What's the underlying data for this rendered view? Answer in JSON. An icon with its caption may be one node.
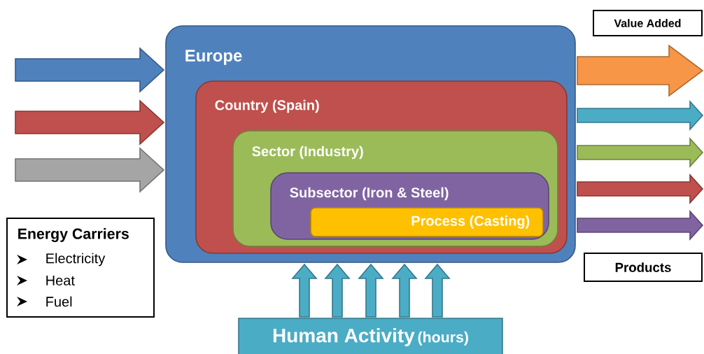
{
  "diagram": {
    "nodes": [
      {
        "text": [
          "Europe"
        ]
      },
      {
        "text": [
          "Country (Spain)"
        ],
        "in": 0
      },
      {
        "text": [
          "Sector (Industry)"
        ],
        "in": 1
      },
      {
        "text": [
          "Subsector (Iron & Steel)"
        ],
        "in": 2
      },
      {
        "text": [
          "Process (Casting)"
        ],
        "in": 3
      },
      {
        "text": [
          "Energy Carriers",
          "Electricity",
          "Heat",
          "Fuel"
        ]
      },
      {
        "text": [
          "Value Added"
        ]
      },
      {
        "text": [
          "Products"
        ]
      },
      {
        "text": [
          "Human Activity",
          "(hours)"
        ]
      }
    ],
    "edges": [
      {
        "from": null,
        "to": 0,
        "arrow": "to",
        "color": "#4f81bd"
      },
      {
        "from": null,
        "to": 0,
        "arrow": "to",
        "color": "#c0504d"
      },
      {
        "from": null,
        "to": 0,
        "arrow": "to",
        "color": "#a5a5a5"
      },
      {
        "from": 0,
        "to": null,
        "arrow": "to",
        "color": "#f79646"
      },
      {
        "from": 0,
        "to": null,
        "arrow": "to"
      },
      {
        "from": 0,
        "to": null,
        "arrow": "to",
        "color": "#9bbb59"
      },
      {
        "from": 0,
        "to": null,
        "arrow": "to",
        "color": "#c0504d"
      },
      {
        "from": 0,
        "to": null,
        "arrow": "to",
        "color": "#8064a2"
      },
      {
        "from": 8,
        "to": 0,
        "arrow": "to"
      },
      {
        "from": 8,
        "to": 0,
        "arrow": "to"
      },
      {
        "from": 8,
        "to": 0,
        "arrow": "to"
      },
      {
        "from": 8,
        "to": 0,
        "arrow": "to"
      },
      {
        "from": 8,
        "to": 0,
        "arrow": "to"
      }
    ]
  }
}
